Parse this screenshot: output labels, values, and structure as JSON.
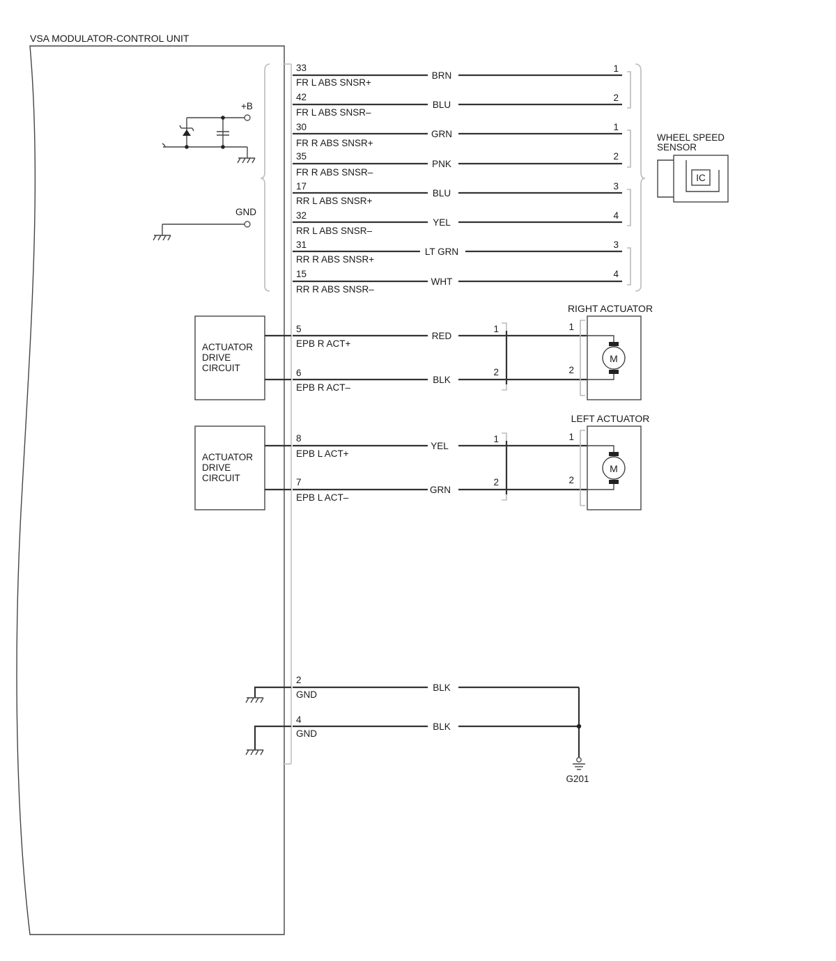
{
  "title": "VSA MODULATOR-CONTROL UNIT",
  "supply": {
    "plus_b": "+B",
    "gnd": "GND"
  },
  "sensor_wires": [
    {
      "pin": "33",
      "signal": "FR L ABS SNSR+",
      "color": "BRN",
      "term": "1"
    },
    {
      "pin": "42",
      "signal": "FR L ABS SNSR–",
      "color": "BLU",
      "term": "2"
    },
    {
      "pin": "30",
      "signal": "FR R ABS SNSR+",
      "color": "GRN",
      "term": "1"
    },
    {
      "pin": "35",
      "signal": "FR R ABS SNSR–",
      "color": "PNK",
      "term": "2"
    },
    {
      "pin": "17",
      "signal": "RR L ABS SNSR+",
      "color": "BLU",
      "term": "3"
    },
    {
      "pin": "32",
      "signal": "RR L ABS SNSR–",
      "color": "YEL",
      "term": "4"
    },
    {
      "pin": "31",
      "signal": "RR R ABS SNSR+",
      "color": "LT GRN",
      "term": "3"
    },
    {
      "pin": "15",
      "signal": "RR R ABS SNSR–",
      "color": "WHT",
      "term": "4"
    }
  ],
  "wheel_sensor": {
    "title_line1": "WHEEL SPEED",
    "title_line2": "SENSOR",
    "ic": "IC"
  },
  "actuator_groups": [
    {
      "title": "RIGHT ACTUATOR",
      "drive": [
        "ACTUATOR",
        "DRIVE",
        "CIRCUIT"
      ],
      "motor": "M",
      "wires": [
        {
          "pin": "5",
          "signal": "EPB R ACT+",
          "color": "RED",
          "conn": "1",
          "term": "1"
        },
        {
          "pin": "6",
          "signal": "EPB R ACT–",
          "color": "BLK",
          "conn": "2",
          "term": "2"
        }
      ]
    },
    {
      "title": "LEFT ACTUATOR",
      "drive": [
        "ACTUATOR",
        "DRIVE",
        "CIRCUIT"
      ],
      "motor": "M",
      "wires": [
        {
          "pin": "8",
          "signal": "EPB L ACT+",
          "color": "YEL",
          "conn": "1",
          "term": "1"
        },
        {
          "pin": "7",
          "signal": "EPB L ACT–",
          "color": "GRN",
          "conn": "2",
          "term": "2"
        }
      ]
    }
  ],
  "ground_wires": [
    {
      "pin": "2",
      "signal": "GND",
      "color": "BLK"
    },
    {
      "pin": "4",
      "signal": "GND",
      "color": "BLK"
    }
  ],
  "ground_point": "G201"
}
